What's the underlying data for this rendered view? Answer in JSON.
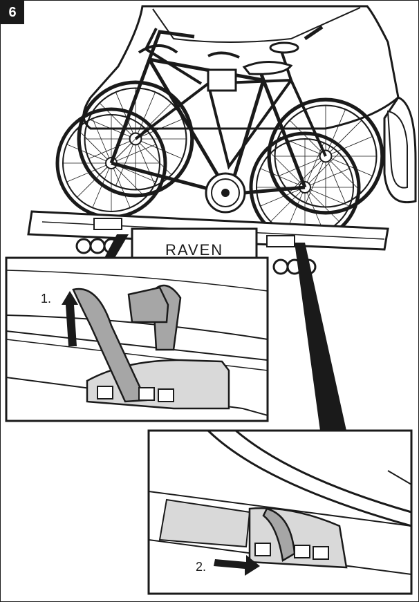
{
  "step": {
    "number": "6"
  },
  "plate": {
    "text": "RAVEN"
  },
  "callouts": [
    {
      "label": "1.",
      "direction": "up"
    },
    {
      "label": "2.",
      "direction": "right"
    }
  ],
  "colors": {
    "ink": "#1a1a1a",
    "strap": "#a6a6a6",
    "rack": "#d9d9d9",
    "paper": "#ffffff"
  }
}
